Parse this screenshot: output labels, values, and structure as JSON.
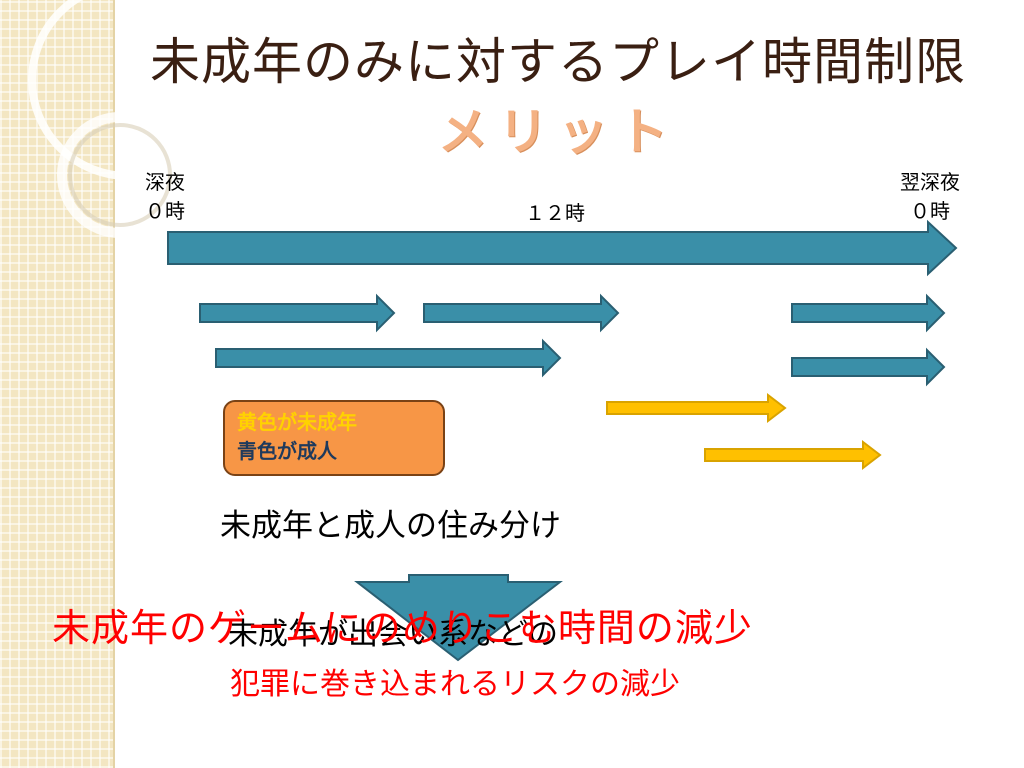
{
  "slide": {
    "title": "未成年のみに対するプレイ時間制限",
    "subtitle": "メリット"
  },
  "timeline": {
    "start_label": [
      "深夜",
      "０時"
    ],
    "end_label": [
      "翌深夜",
      "０時"
    ],
    "mid_label": "１２時"
  },
  "legend": {
    "minor": "黄色が未成年",
    "adult": "青色が成人"
  },
  "colors": {
    "adult_arrow": "#3a8fa8",
    "adult_arrow_border": "#2a5f72",
    "minor_arrow": "#ffc000",
    "minor_arrow_border": "#d9a300",
    "legend_fill": "#f79646",
    "headline_red": "#ff0000",
    "title_brown": "#3a1f12",
    "subtitle_peach": "#f4b183"
  },
  "separation_label": "未成年と成人の住み分け",
  "benefits": {
    "headline": "未成年のゲームにのめりこむ時間の減少",
    "line2": "未成年が出会い系などの",
    "line3": "犯罪に巻き込まれるリスクの減少"
  }
}
